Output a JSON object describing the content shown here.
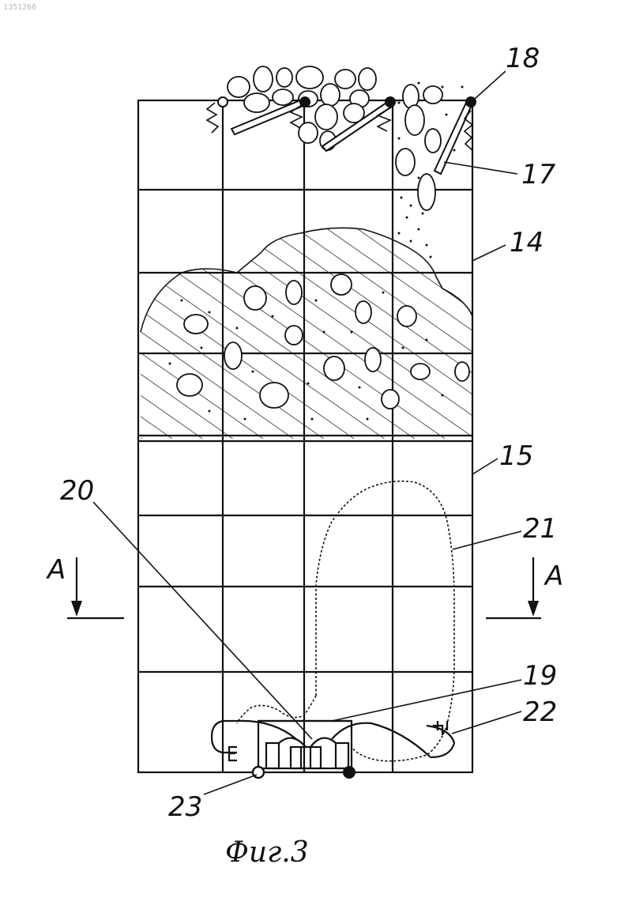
{
  "doc_id": "1351266",
  "labels": {
    "l18": "18",
    "l17": "17",
    "l14": "14",
    "l15": "15",
    "l20": "20",
    "l21": "21",
    "l19": "19",
    "l22": "22",
    "l23": "23",
    "section_left": "A",
    "section_right": "A"
  },
  "caption": "Фиг.3"
}
